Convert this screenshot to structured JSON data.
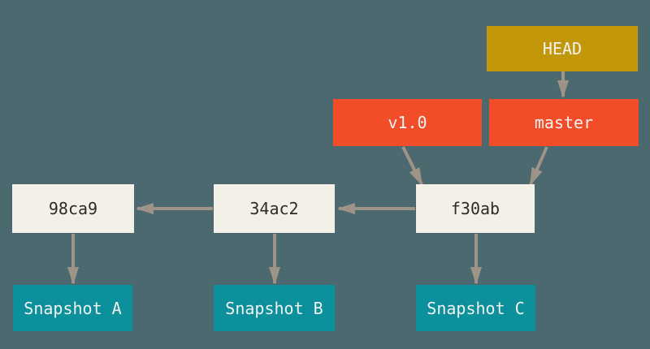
{
  "diagram": {
    "title": "git-head-tag-branch-commit-diagram",
    "head_ref": {
      "label": "HEAD"
    },
    "branches": [
      {
        "label": "master"
      }
    ],
    "tags": [
      {
        "label": "v1.0"
      }
    ],
    "commits": [
      {
        "id": "98ca9"
      },
      {
        "id": "34ac2"
      },
      {
        "id": "f30ab"
      }
    ],
    "snapshots": [
      {
        "label": "Snapshot A"
      },
      {
        "label": "Snapshot B"
      },
      {
        "label": "Snapshot C"
      }
    ],
    "edges": [
      {
        "from": "HEAD",
        "to": "master"
      },
      {
        "from": "v1.0",
        "to": "f30ab"
      },
      {
        "from": "master",
        "to": "f30ab"
      },
      {
        "from": "f30ab",
        "to": "34ac2"
      },
      {
        "from": "34ac2",
        "to": "98ca9"
      },
      {
        "from": "98ca9",
        "to": "Snapshot A"
      },
      {
        "from": "34ac2",
        "to": "Snapshot B"
      },
      {
        "from": "f30ab",
        "to": "Snapshot C"
      }
    ]
  },
  "colors": {
    "bg": "#4D6970",
    "gold": "#C2980A",
    "red": "#F04D28",
    "cream": "#F2F0E7",
    "teal": "#0C909B",
    "arrow": "#9D9487",
    "ink-dark": "#2D2B26",
    "ink-light": "#F2F2F2"
  }
}
